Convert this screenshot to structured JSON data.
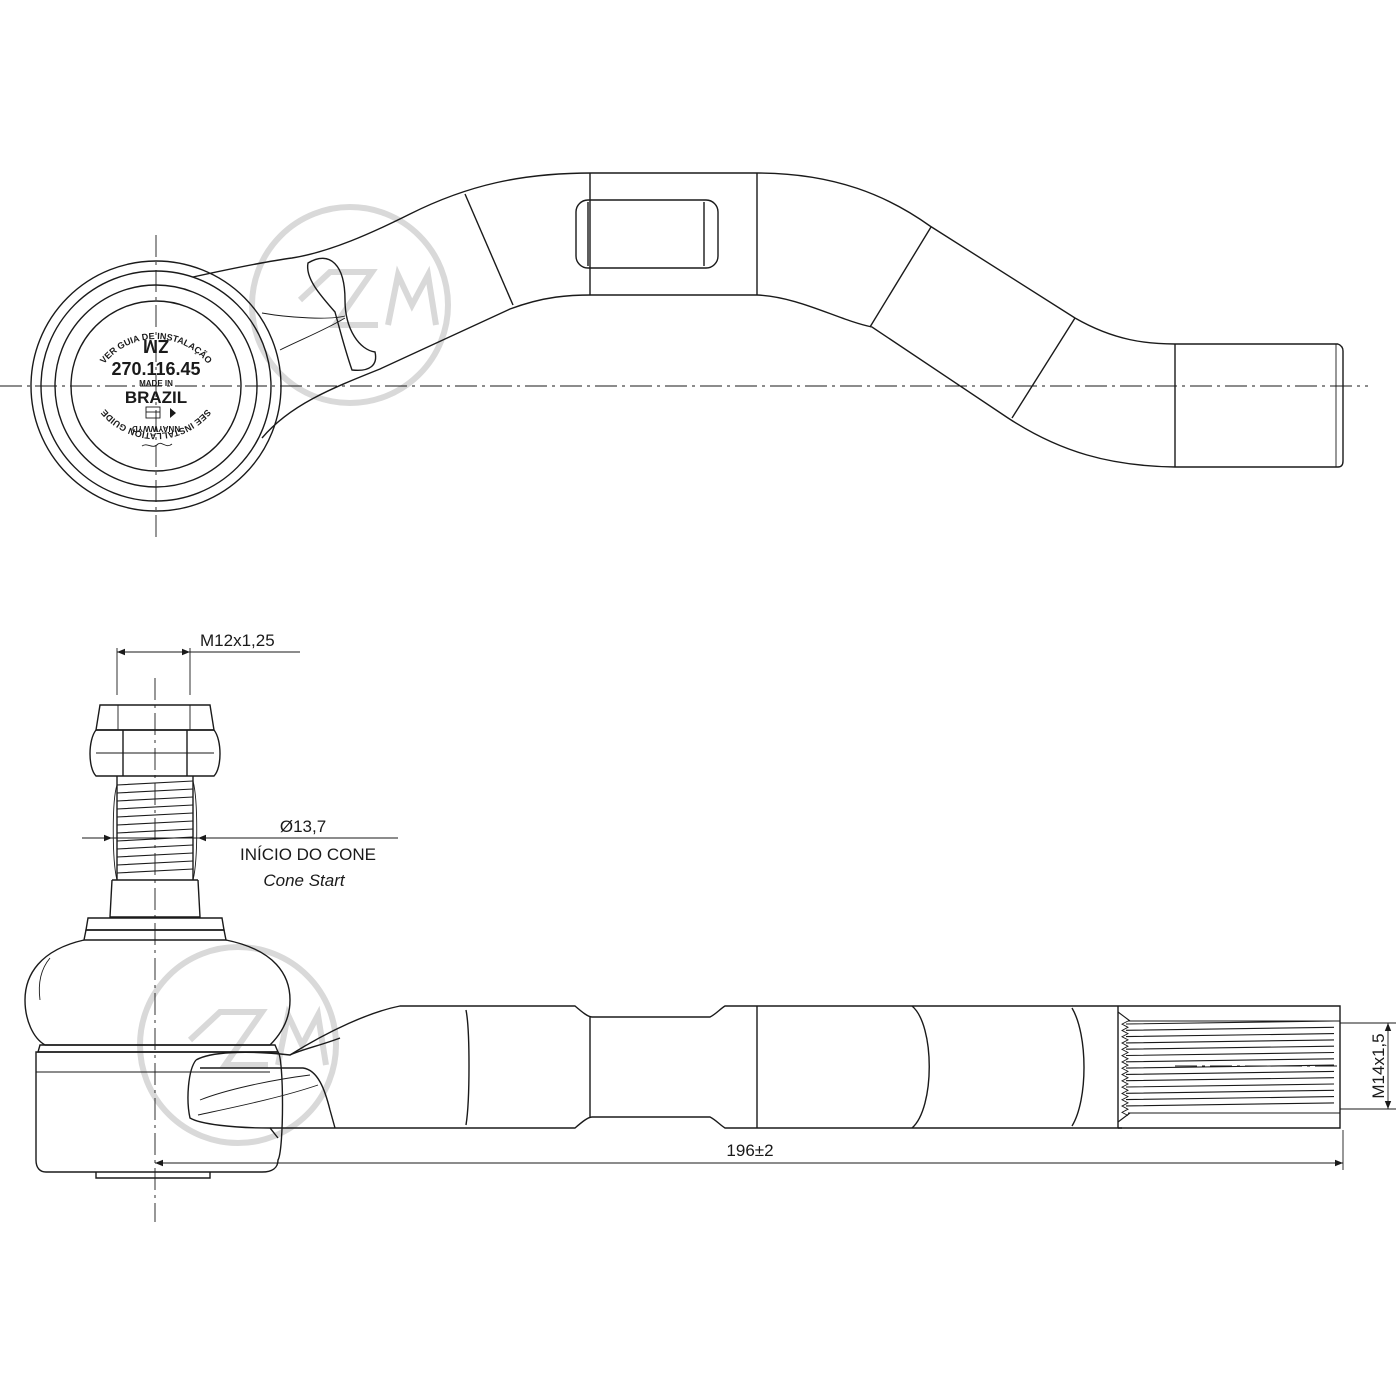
{
  "dimensions": {
    "stud_thread": "M12x1,25",
    "cone_diameter": "Ø13,7",
    "cone_start_pt": "INÍCIO DO CONE",
    "cone_start_en": "Cone Start",
    "shaft_thread": "M14x1,5",
    "overall_length": "196±2"
  },
  "stamp": {
    "brand": "ZM",
    "part_number": "270.116.45",
    "made_in": "MADE IN",
    "country": "BRAZIL",
    "date_code": "NNAYWWYD",
    "guide_pt": "VER GUIA DE INSTALAÇÃO",
    "guide_en": "SEE INSTALLATION GUIDE"
  }
}
